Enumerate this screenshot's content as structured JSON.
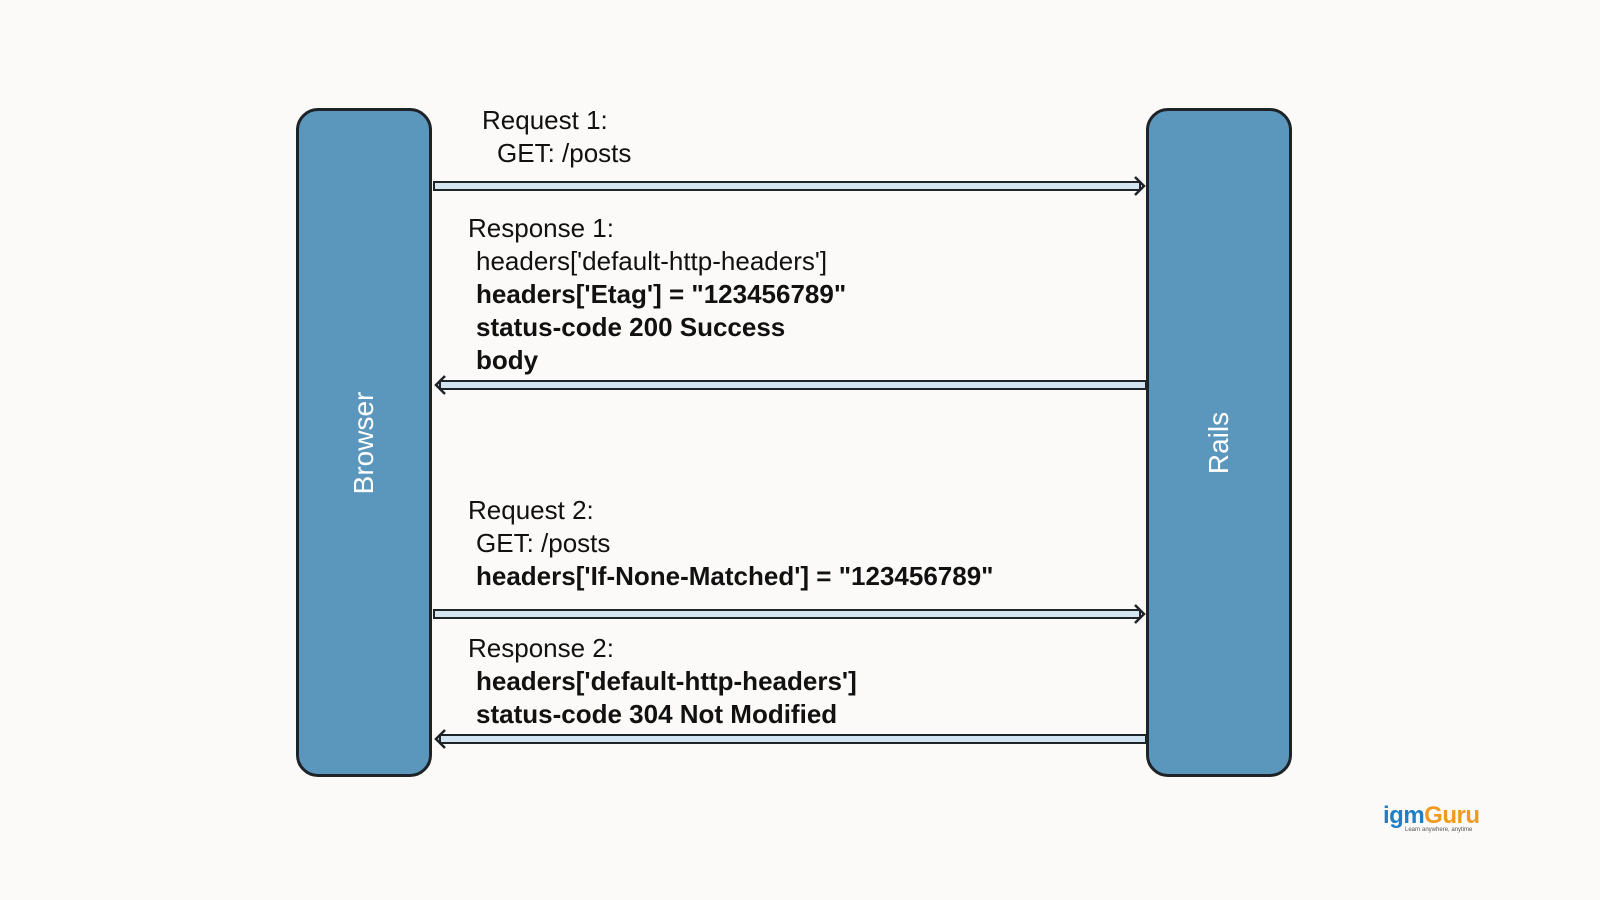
{
  "lanes": {
    "left": "Browser",
    "right": "Rails",
    "fill_color": "#5b97bd",
    "border_color": "#1e2328"
  },
  "messages": {
    "request1": {
      "title": "Request 1:",
      "lines": [
        "GET: /posts"
      ]
    },
    "response1": {
      "title": "Response 1:",
      "lines": [
        "headers['default-http-headers']",
        "headers['Etag'] = \"123456789\"",
        "status-code 200 Success",
        "body"
      ]
    },
    "request2": {
      "title": "Request 2:",
      "lines": [
        "GET: /posts",
        "headers['If-None-Matched'] = \"123456789\""
      ]
    },
    "response2": {
      "title": "Response 2:",
      "lines": [
        "headers['default-http-headers']",
        "status-code 304 Not Modified"
      ]
    }
  },
  "arrows": [
    {
      "from": "Browser",
      "to": "Rails",
      "message": "request1"
    },
    {
      "from": "Rails",
      "to": "Browser",
      "message": "response1"
    },
    {
      "from": "Browser",
      "to": "Rails",
      "message": "request2"
    },
    {
      "from": "Rails",
      "to": "Browser",
      "message": "response2"
    }
  ],
  "logo": {
    "part1": "igm",
    "part2": "Guru",
    "tagline": "Learn anywhere, anytime",
    "color1": "#1f7fc6",
    "color2": "#f29a1f"
  }
}
